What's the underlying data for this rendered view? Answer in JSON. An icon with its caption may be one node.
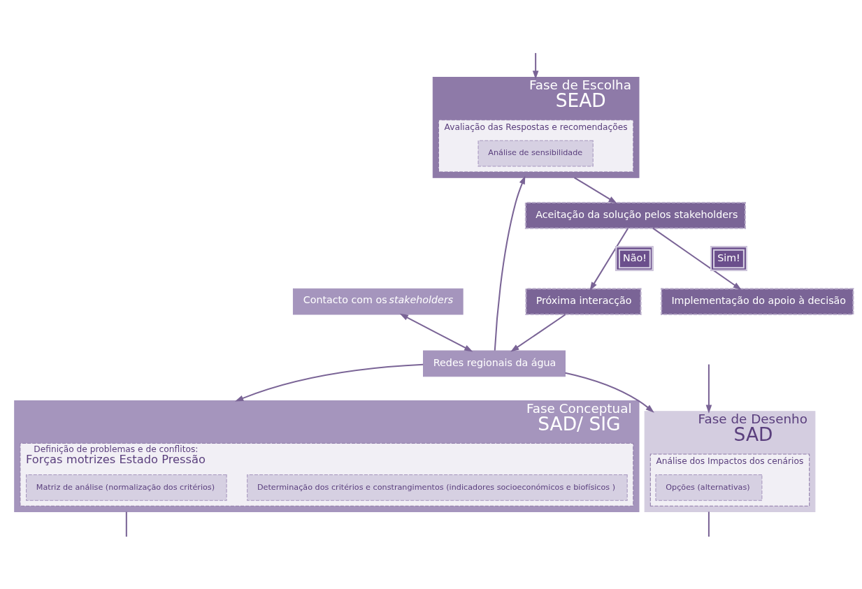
{
  "diagram": {
    "nodes": [
      {
        "text": [
          "Contacto com os *stakeholders*"
        ]
      },
      {
        "text": [
          "Redes regionais da água"
        ]
      },
      {
        "text": [
          "Fase Conceptual",
          "SAD/ SIG"
        ]
      },
      {
        "text": [
          "Definição de problemas e de conflitos:",
          "Forças motrizes Estado Pressão"
        ],
        "in": 2
      },
      {
        "text": [
          "Determinação dos critérios e constrangimentos (indicadores socioeconómicos e biofísicos )"
        ],
        "in": 3
      },
      {
        "text": [
          "Matriz de análise (normalização dos critérios)"
        ],
        "in": 3
      },
      {
        "text": [
          "Fase de Desenho",
          "SAD"
        ]
      },
      {
        "text": [
          "Análise dos Impactos dos cenários"
        ],
        "in": 6
      },
      {
        "text": [
          "Opções (alternativas)"
        ],
        "in": 7
      },
      {
        "text": [
          "Fase de Escolha",
          "SEAD"
        ]
      },
      {
        "text": [
          "Avaliação das Respostas e recomendações"
        ],
        "in": 9
      },
      {
        "text": [
          "Análise de sensibilidade"
        ],
        "in": 10
      },
      {
        "text": [
          "Próxima interacção"
        ]
      },
      {
        "text": [
          "Aceitação da solução pelos stakeholders"
        ]
      },
      {
        "text": [
          "Implementação do apoio à decisão"
        ]
      }
    ],
    "edges": [
      {
        "from": 0,
        "to": 1,
        "arrow": "both"
      },
      {
        "from": 1,
        "to": 2,
        "arrow": "to"
      },
      {
        "from": 1,
        "to": 6,
        "arrow": "to"
      },
      {
        "from": 1,
        "to": 9,
        "arrow": "to"
      },
      {
        "from": 2,
        "to": null,
        "arrow": "none"
      },
      {
        "from": null,
        "to": 6,
        "arrow": "to"
      },
      {
        "from": 6,
        "to": null,
        "arrow": "none"
      },
      {
        "from": null,
        "to": 9,
        "arrow": "to"
      },
      {
        "from": 9,
        "to": 13,
        "arrow": "to"
      },
      {
        "from": 13,
        "to": 12,
        "arrow": "to",
        "label": "Não!"
      },
      {
        "from": 13,
        "to": 14,
        "arrow": "to",
        "label": "Sim!"
      },
      {
        "from": 12,
        "to": 1,
        "arrow": "to"
      }
    ]
  }
}
